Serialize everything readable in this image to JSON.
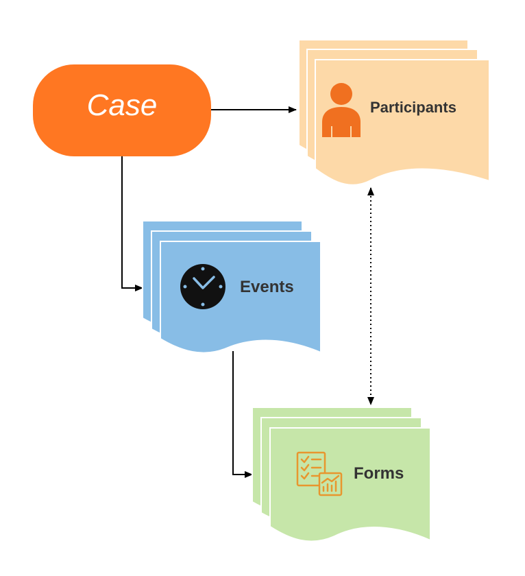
{
  "nodes": {
    "case": {
      "label": "Case",
      "color": "#FF7722"
    },
    "participants": {
      "label": "Participants",
      "color": "#FDD9A8",
      "icon": "person-icon",
      "icon_color": "#F07020"
    },
    "events": {
      "label": "Events",
      "color": "#88BDE6",
      "icon": "clock-icon",
      "icon_color": "#111111"
    },
    "forms": {
      "label": "Forms",
      "color": "#C6E6A9",
      "icon": "checklist-chart-icon",
      "icon_color": "#E8962E"
    }
  },
  "edges": [
    {
      "from": "case",
      "to": "participants",
      "style": "solid",
      "arrow": "end"
    },
    {
      "from": "case",
      "to": "events",
      "style": "solid",
      "arrow": "end"
    },
    {
      "from": "events",
      "to": "forms",
      "style": "solid",
      "arrow": "end"
    },
    {
      "from": "participants",
      "to": "forms",
      "style": "dotted",
      "arrow": "both"
    }
  ]
}
